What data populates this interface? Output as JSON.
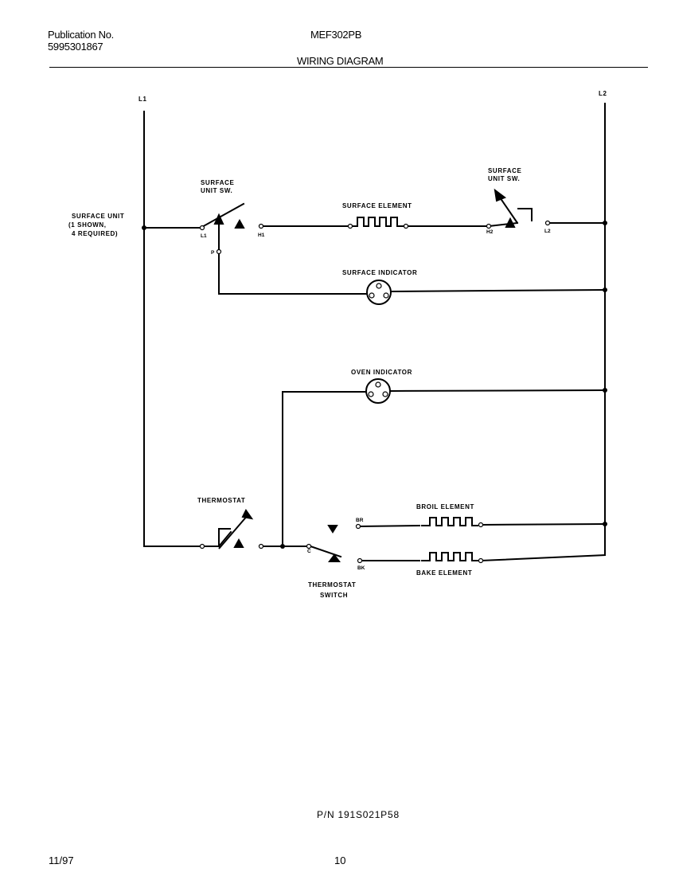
{
  "header": {
    "publication_label": "Publication No.",
    "publication_number": "5995301867",
    "model": "MEF302PB",
    "title": "WIRING DIAGRAM"
  },
  "diagram": {
    "lines": {
      "l1": "L1",
      "l2": "L2"
    },
    "surface_unit": {
      "line1": "SURFACE UNIT",
      "line2": "(1 SHOWN,",
      "line3": "4 REQUIRED)"
    },
    "surface_switch_left": {
      "line1": "SURFACE",
      "line2": "UNIT SW."
    },
    "surface_switch_right": {
      "line1": "SURFACE",
      "line2": "UNIT SW."
    },
    "surface_element": "SURFACE ELEMENT",
    "surface_indicator": "SURFACE INDICATOR",
    "oven_indicator": "OVEN INDICATOR",
    "thermostat": "THERMOSTAT",
    "broil_element": "BROIL ELEMENT",
    "bake_element": "BAKE ELEMENT",
    "thermostat_switch": {
      "line1": "THERMOSTAT",
      "line2": "SWITCH"
    },
    "terminals": {
      "l1": "L1",
      "h1": "H1",
      "p": "P",
      "h2": "H2",
      "l2": "L2",
      "c": "C",
      "br": "BR",
      "bk": "BK"
    }
  },
  "footer": {
    "part_number": "P/N  191S021P58",
    "date": "11/97",
    "page": "10"
  }
}
